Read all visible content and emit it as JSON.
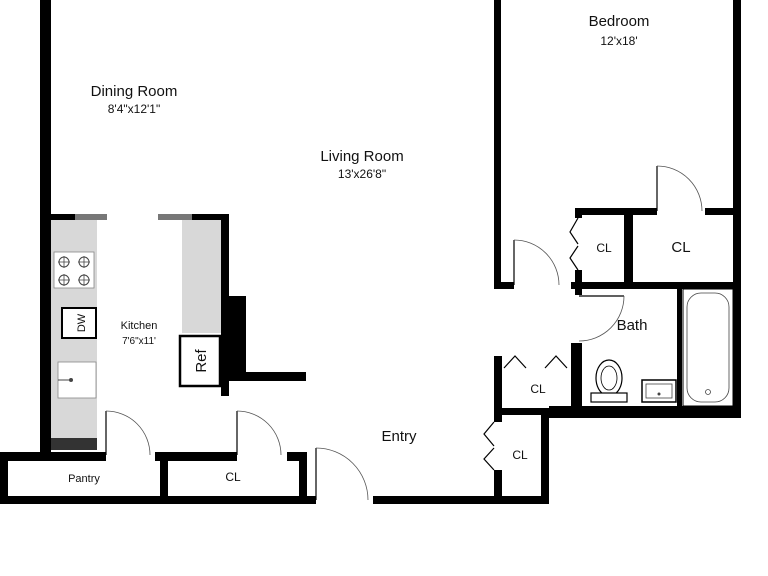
{
  "colors": {
    "wall": "#000000",
    "counter": "#d8d8d8",
    "floor": "#ffffff",
    "window": "#777777"
  },
  "rooms": {
    "dining": {
      "name": "Dining Room",
      "size": "8'4\"x12'1\""
    },
    "living": {
      "name": "Living Room",
      "size": "13'x26'8\""
    },
    "bedroom": {
      "name": "Bedroom",
      "size": "12'x18'"
    },
    "kitchen": {
      "name": "Kitchen",
      "size": "7'6\"x11'"
    },
    "bath": {
      "name": "Bath"
    },
    "entry": {
      "name": "Entry"
    },
    "pantry": {
      "name": "Pantry"
    }
  },
  "closets": {
    "bedroom_small": "CL",
    "bedroom_large": "CL",
    "hall": "CL",
    "entry": "CL",
    "bottom": "CL"
  },
  "fixtures": {
    "dishwasher": "DW",
    "refrigerator": "Ref",
    "stove_icon": "stove-icon",
    "sink_icon": "kitchen-sink-icon",
    "toilet_icon": "toilet-icon",
    "bath_sink_icon": "bath-sink-icon",
    "bathtub_icon": "bathtub-icon"
  }
}
